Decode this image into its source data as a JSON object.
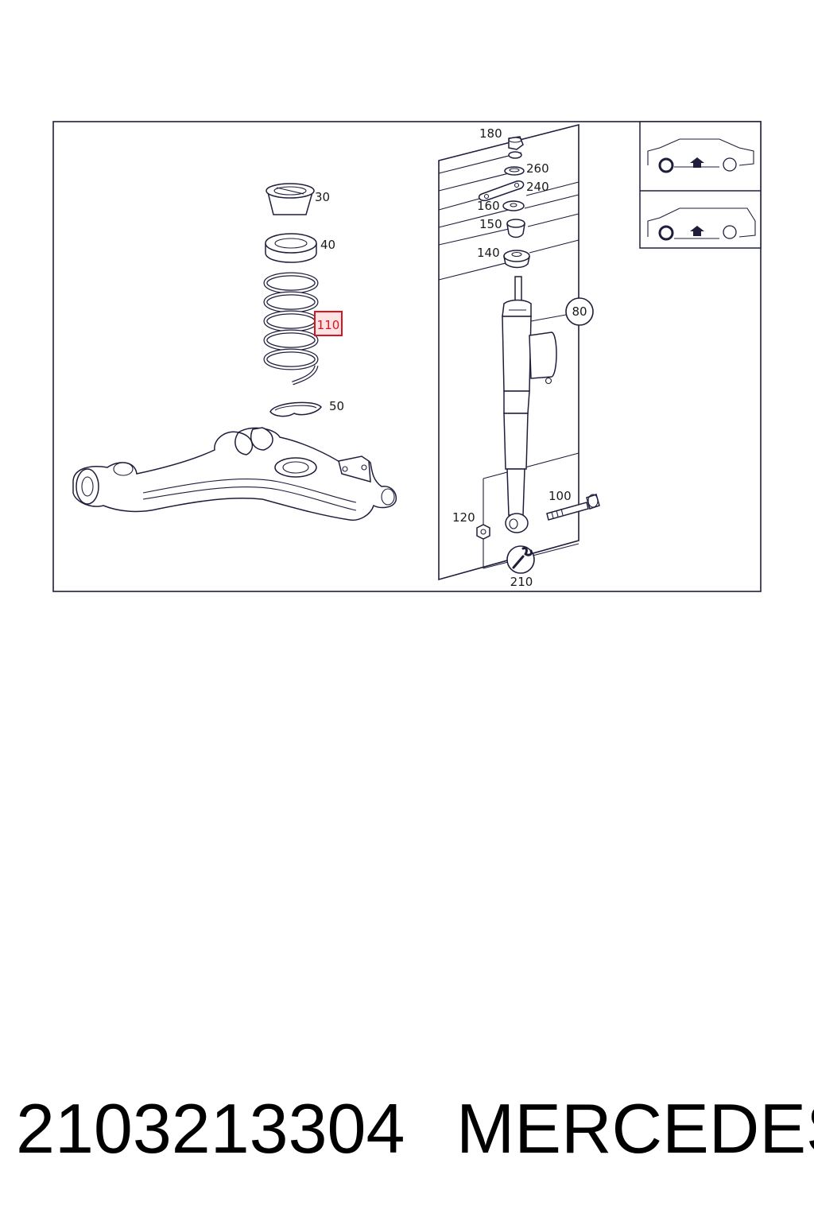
{
  "diagram": {
    "callouts": {
      "c30": "30",
      "c40": "40",
      "c110": "110",
      "c50": "50",
      "c180": "180",
      "c260": "260",
      "c240": "240",
      "c160": "160",
      "c150": "150",
      "c140": "140",
      "c80": "80",
      "c100": "100",
      "c120": "120",
      "c210": "210"
    },
    "highlighted_callout": "110",
    "colors": {
      "line": "#1e1e3c",
      "highlight_border": "#d9141e",
      "highlight_fill": "#fde3e3",
      "highlight_text": "#d9141e"
    },
    "icons": [
      "sedan-lift-point-icon",
      "wagon-lift-point-icon",
      "wrench-icon"
    ]
  },
  "caption": {
    "part_number": "2103213304",
    "brand": "MERCEDES"
  }
}
